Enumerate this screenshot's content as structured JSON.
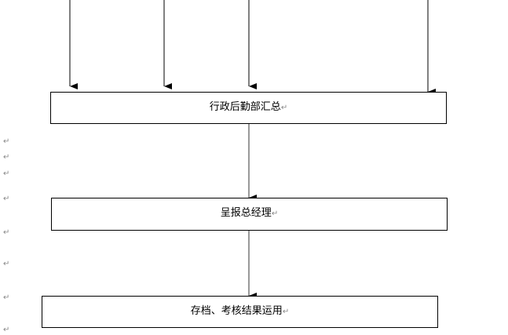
{
  "flow": {
    "step1": "行政后勤部汇总",
    "step2": "呈报总经理",
    "step3": "存档、考核结果运用"
  },
  "paragraph_mark": "↵"
}
